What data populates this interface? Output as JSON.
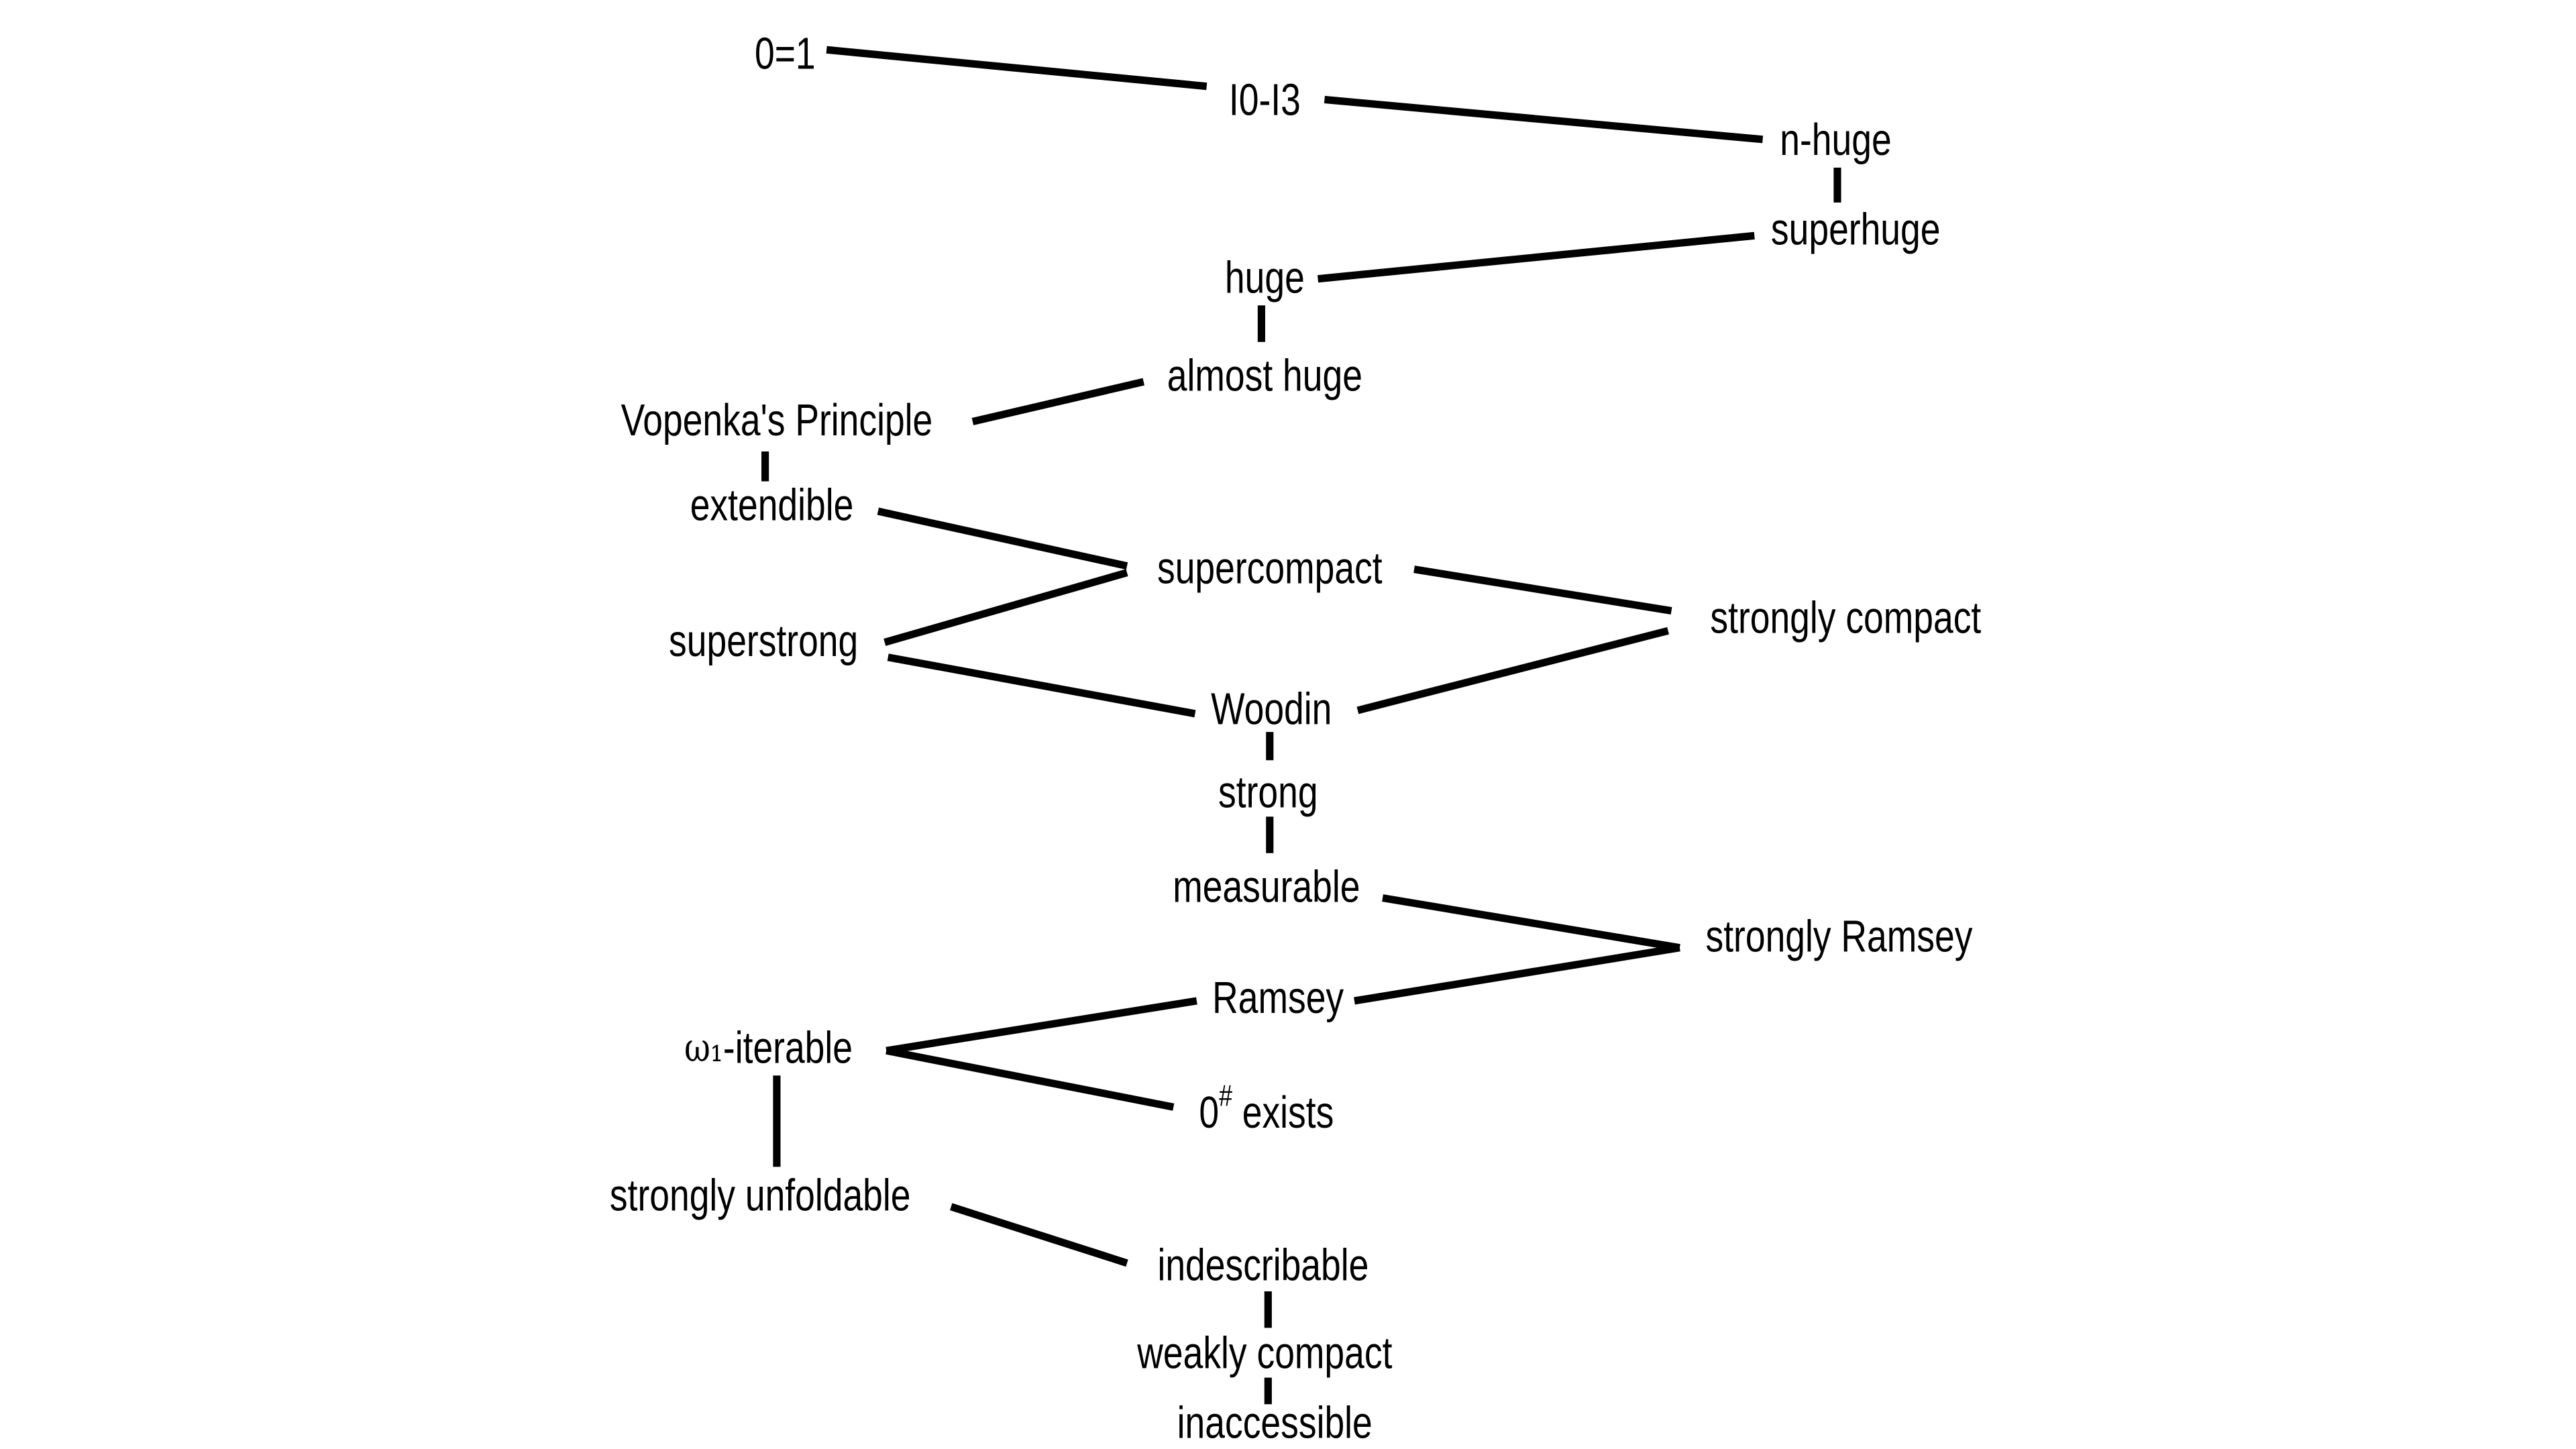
{
  "diagram": {
    "nodes": [
      {
        "label": "0=1"
      },
      {
        "label": "I0-I3"
      },
      {
        "label": "n-huge"
      },
      {
        "label": "superhuge"
      },
      {
        "label": "huge"
      },
      {
        "label": "almost huge"
      },
      {
        "label": "Vopenka's Principle"
      },
      {
        "label": "extendible"
      },
      {
        "label": "supercompact"
      },
      {
        "label": "strongly compact"
      },
      {
        "label": "superstrong"
      },
      {
        "label": "Woodin"
      },
      {
        "label": "strong"
      },
      {
        "label": "measurable"
      },
      {
        "label": "strongly Ramsey"
      },
      {
        "label": "Ramsey"
      },
      {
        "label": "-iterable",
        "prefix": "ω₁"
      },
      {
        "label": " exists",
        "prefix": "0",
        "superscript": "#"
      },
      {
        "label": "strongly unfoldable"
      },
      {
        "label": "indescribable"
      },
      {
        "label": "weakly compact"
      },
      {
        "label": "inaccessible"
      }
    ],
    "edges": [
      [
        "0=1",
        "I0-I3"
      ],
      [
        "I0-I3",
        "n-huge"
      ],
      [
        "n-huge",
        "superhuge"
      ],
      [
        "superhuge",
        "huge"
      ],
      [
        "huge",
        "almost huge"
      ],
      [
        "almost huge",
        "Vopenka's Principle"
      ],
      [
        "Vopenka's Principle",
        "extendible"
      ],
      [
        "extendible",
        "supercompact"
      ],
      [
        "supercompact",
        "superstrong"
      ],
      [
        "supercompact",
        "strongly compact"
      ],
      [
        "strongly compact",
        "Woodin"
      ],
      [
        "superstrong",
        "Woodin"
      ],
      [
        "Woodin",
        "strong"
      ],
      [
        "strong",
        "measurable"
      ],
      [
        "measurable",
        "strongly Ramsey"
      ],
      [
        "strongly Ramsey",
        "Ramsey"
      ],
      [
        "Ramsey",
        "ω₁-iterable"
      ],
      [
        "ω₁-iterable",
        "0# exists"
      ],
      [
        "ω₁-iterable",
        "strongly unfoldable"
      ],
      [
        "strongly unfoldable",
        "indescribable"
      ],
      [
        "indescribable",
        "weakly compact"
      ],
      [
        "weakly compact",
        "inaccessible"
      ]
    ],
    "colors": {
      "ink": "#000000",
      "background": "#ffffff"
    }
  }
}
